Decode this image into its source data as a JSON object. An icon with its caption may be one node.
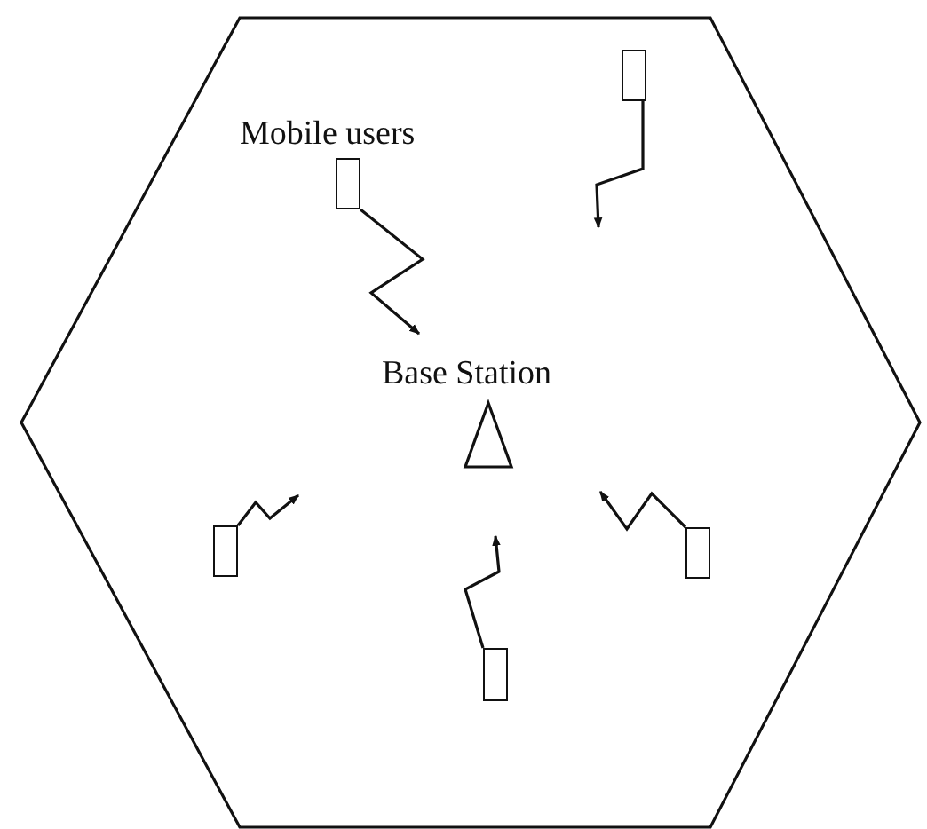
{
  "diagram": {
    "nodes": [
      {
        "text": [],
        "shape": "hexagon"
      },
      {
        "text": [],
        "shape": "box",
        "beside": [
          "Mobile users"
        ],
        "in": 0
      },
      {
        "text": [],
        "shape": "box",
        "in": 0
      },
      {
        "text": [
          "Base Station"
        ],
        "in": 0
      },
      {
        "text": [],
        "shape": "box",
        "in": 0
      },
      {
        "text": [],
        "shape": "box",
        "in": 0
      },
      {
        "text": [],
        "shape": "box",
        "in": 0
      }
    ],
    "edges": [
      {
        "from": 1,
        "to": 3,
        "arrow": "to"
      },
      {
        "from": 2,
        "to": null,
        "arrow": "to"
      },
      {
        "from": 4,
        "to": null,
        "arrow": "to"
      },
      {
        "from": 5,
        "to": null,
        "arrow": "to"
      },
      {
        "from": 6,
        "to": null,
        "arrow": "to"
      }
    ]
  }
}
